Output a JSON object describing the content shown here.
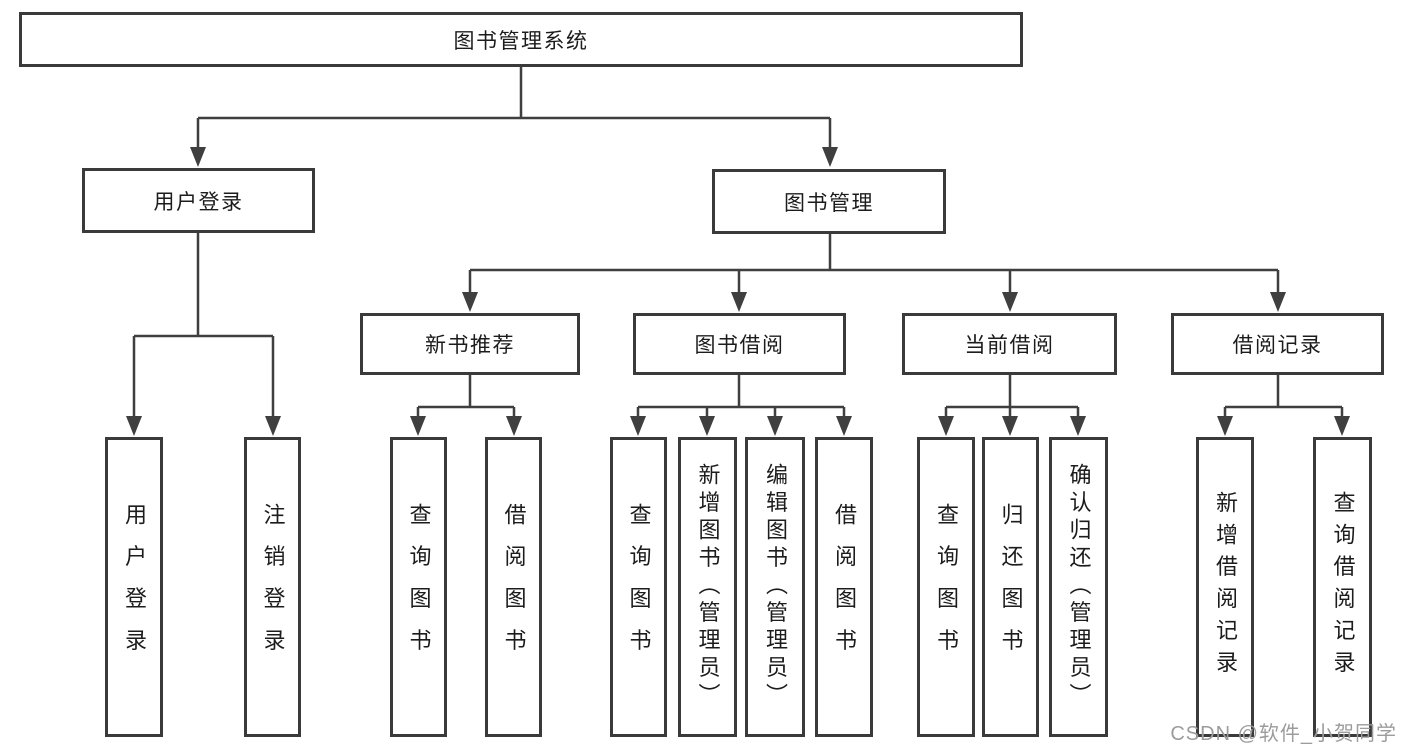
{
  "tree": {
    "root": {
      "label": "图书管理系统"
    },
    "user_login": {
      "label": "用户登录",
      "children": [
        {
          "label": "用户登录"
        },
        {
          "label": "注销登录"
        }
      ]
    },
    "book_mgmt": {
      "label": "图书管理",
      "children": [
        {
          "label": "新书推荐",
          "children": [
            {
              "label": "查询图书"
            },
            {
              "label": "借阅图书"
            }
          ]
        },
        {
          "label": "图书借阅",
          "children": [
            {
              "label": "查询图书"
            },
            {
              "label": "新增图书（管理员）"
            },
            {
              "label": "编辑图书（管理员）"
            },
            {
              "label": "借阅图书"
            }
          ]
        },
        {
          "label": "当前借阅",
          "children": [
            {
              "label": "查询图书"
            },
            {
              "label": "归还图书"
            },
            {
              "label": "确认归还（管理员）"
            }
          ]
        },
        {
          "label": "借阅记录",
          "children": [
            {
              "label": "新增借阅记录"
            },
            {
              "label": "查询借阅记录"
            }
          ]
        }
      ]
    }
  },
  "watermark": {
    "text": "CSDN @软件_小贺同学",
    "color": "#9c9c9c"
  },
  "colors": {
    "line": "#3f3f3f",
    "box_border": "#3a3a3a",
    "text": "#1c1c1c",
    "background": "#ffffff"
  }
}
